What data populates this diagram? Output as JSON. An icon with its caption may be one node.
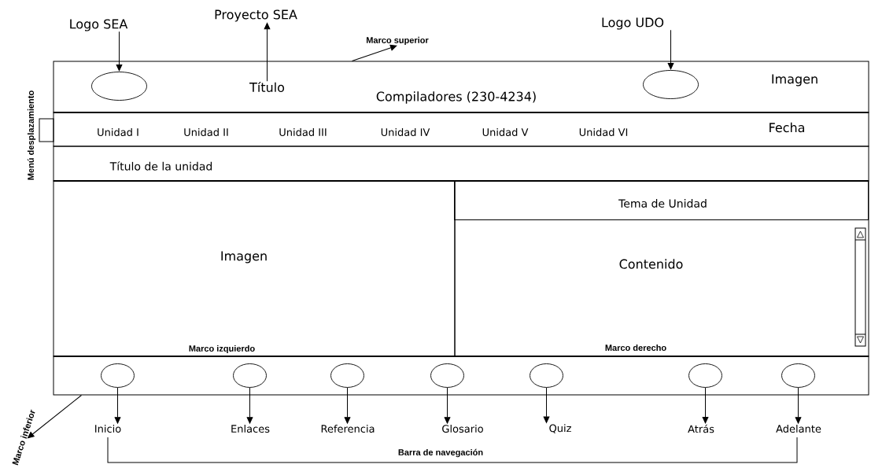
{
  "diagram": {
    "nodes": [
      {
        "text": [
          "Compiladores (230-4234)",
          "Imagen"
        ]
      },
      {
        "text": [
          "Título"
        ],
        "in": 0
      },
      {
        "text": [],
        "shape": "ellipse",
        "in": 0
      },
      {
        "text": [],
        "shape": "ellipse",
        "in": 0
      },
      {
        "text": [
          "Logo SEA"
        ]
      },
      {
        "text": [
          "Proyecto SEA"
        ]
      },
      {
        "text": [
          "Logo UDO"
        ]
      },
      {
        "text": [
          "Marco superior"
        ]
      },
      {
        "text": [
          "Unidad I",
          "Unidad II",
          "Unidad III",
          "Unidad IV",
          "Unidad V",
          "Unidad VI",
          "Fecha"
        ]
      },
      {
        "text": [],
        "shape": "box",
        "beside": [
          "Menú desplazamiento"
        ]
      },
      {
        "text": [
          "Título de la unidad"
        ]
      },
      {
        "text": [
          "Imagen",
          "Marco izquierdo"
        ]
      },
      {
        "text": [
          "Marco derecho"
        ]
      },
      {
        "text": [
          "Tema de Unidad"
        ],
        "in": 12
      },
      {
        "text": [
          "Contenido"
        ],
        "in": 12
      },
      {
        "text": [],
        "shape": "box"
      },
      {
        "text": [],
        "shape": "ellipse",
        "in": 15
      },
      {
        "text": [],
        "shape": "ellipse",
        "in": 15
      },
      {
        "text": [],
        "shape": "ellipse",
        "in": 15
      },
      {
        "text": [],
        "shape": "ellipse",
        "in": 15
      },
      {
        "text": [],
        "shape": "ellipse",
        "in": 15
      },
      {
        "text": [],
        "shape": "ellipse",
        "in": 15
      },
      {
        "text": [],
        "shape": "ellipse",
        "in": 15
      },
      {
        "text": [
          "Inicio"
        ]
      },
      {
        "text": [
          "Enlaces"
        ]
      },
      {
        "text": [
          "Referencia"
        ]
      },
      {
        "text": [
          "Glosario"
        ]
      },
      {
        "text": [
          "Quiz"
        ]
      },
      {
        "text": [
          "Atrás"
        ]
      },
      {
        "text": [
          "Adelante"
        ]
      },
      {
        "text": [
          "Marco inferior"
        ]
      }
    ],
    "edges": [
      {
        "from": 4,
        "to": 2,
        "arrow": "to"
      },
      {
        "from": 1,
        "to": 5,
        "arrow": "to"
      },
      {
        "from": 0,
        "to": 7,
        "arrow": "to"
      },
      {
        "from": 6,
        "to": 3,
        "arrow": "to"
      },
      {
        "from": 16,
        "to": 23,
        "arrow": "to"
      },
      {
        "from": 17,
        "to": 24,
        "arrow": "to"
      },
      {
        "from": 18,
        "to": 25,
        "arrow": "to"
      },
      {
        "from": 19,
        "to": 26,
        "arrow": "to"
      },
      {
        "from": 20,
        "to": 27,
        "arrow": "to"
      },
      {
        "from": 21,
        "to": 28,
        "arrow": "to"
      },
      {
        "from": 22,
        "to": 29,
        "arrow": "to"
      },
      {
        "from": 15,
        "to": 30,
        "arrow": "to"
      }
    ],
    "labels": [
      "Barra de navegación"
    ]
  }
}
